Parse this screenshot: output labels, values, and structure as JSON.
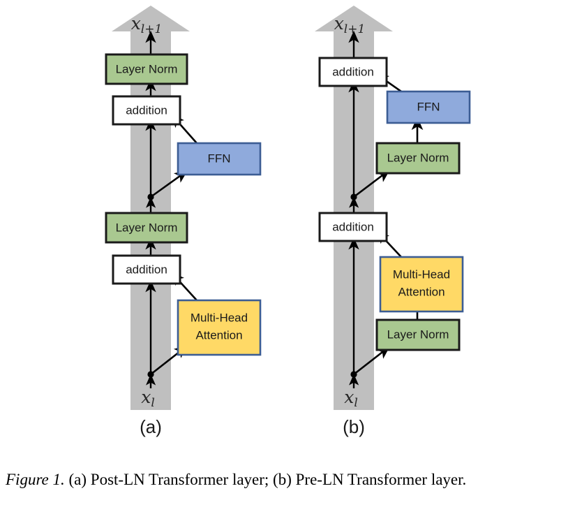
{
  "figure": {
    "caption_prefix": "Figure 1.",
    "caption_text": " (a) Post-LN Transformer layer; (b) Pre-LN Transformer layer."
  },
  "colors": {
    "layer_norm_fill": "#A9C890",
    "layer_norm_stroke": "#1a1a1a",
    "ffn_fill": "#8FAADC",
    "ffn_stroke": "#3C5D94",
    "attention_fill": "#FFD966",
    "attention_stroke": "#3C5D94",
    "addition_fill": "#FFFFFF",
    "addition_stroke": "#1a1a1a",
    "residual_band": "#BFBFBF",
    "arrow": "#000000",
    "text": "#1a1a1a"
  },
  "panels": [
    {
      "id": "a",
      "label": "(a)",
      "name": "Post-LN Transformer layer",
      "input_var": "x",
      "input_sub": "l",
      "output_var": "x",
      "output_sub": "l+1",
      "blocks": [
        {
          "key": "layer_norm_top",
          "label": "Layer Norm",
          "type": "layer-norm"
        },
        {
          "key": "addition_top",
          "label": "addition",
          "type": "addition"
        },
        {
          "key": "ffn",
          "label": "FFN",
          "type": "ffn"
        },
        {
          "key": "layer_norm_bottom",
          "label": "Layer Norm",
          "type": "layer-norm"
        },
        {
          "key": "addition_bottom",
          "label": "addition",
          "type": "addition"
        },
        {
          "key": "attention_line1",
          "label": "Multi-Head",
          "type": "attention"
        },
        {
          "key": "attention_line2",
          "label": "Attention",
          "type": "attention"
        }
      ]
    },
    {
      "id": "b",
      "label": "(b)",
      "name": "Pre-LN Transformer layer",
      "input_var": "x",
      "input_sub": "l",
      "output_var": "x",
      "output_sub": "l+1",
      "blocks": [
        {
          "key": "addition_top",
          "label": "addition",
          "type": "addition"
        },
        {
          "key": "ffn",
          "label": "FFN",
          "type": "ffn"
        },
        {
          "key": "layer_norm_ffn",
          "label": "Layer Norm",
          "type": "layer-norm"
        },
        {
          "key": "addition_bottom",
          "label": "addition",
          "type": "addition"
        },
        {
          "key": "attention_line1",
          "label": "Multi-Head",
          "type": "attention"
        },
        {
          "key": "attention_line2",
          "label": "Attention",
          "type": "attention"
        },
        {
          "key": "layer_norm_attn",
          "label": "Layer Norm",
          "type": "layer-norm"
        }
      ]
    }
  ]
}
